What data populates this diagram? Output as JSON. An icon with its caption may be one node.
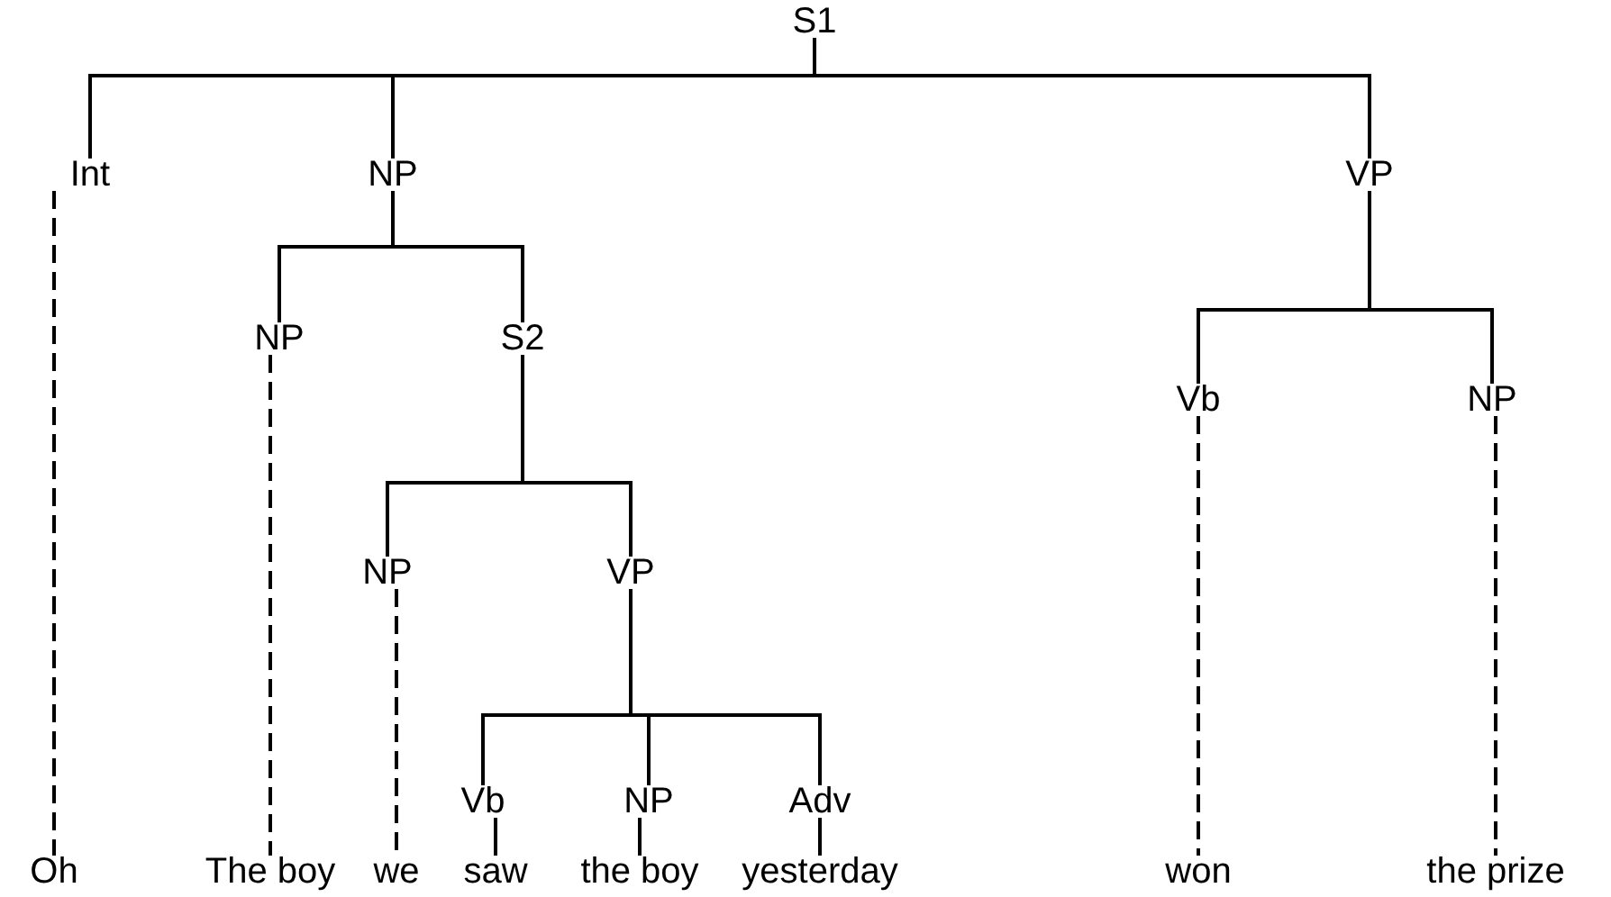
{
  "diagram": {
    "nodes": [
      {
        "text": [
          "S1"
        ]
      },
      {
        "text": [
          "Int"
        ]
      },
      {
        "text": [
          "NP"
        ]
      },
      {
        "text": [
          "VP"
        ]
      },
      {
        "text": [
          "NP"
        ]
      },
      {
        "text": [
          "S2"
        ]
      },
      {
        "text": [
          "Vb"
        ]
      },
      {
        "text": [
          "NP"
        ]
      },
      {
        "text": [
          "NP"
        ]
      },
      {
        "text": [
          "VP"
        ]
      },
      {
        "text": [
          "Vb"
        ]
      },
      {
        "text": [
          "NP"
        ]
      },
      {
        "text": [
          "Adv"
        ]
      },
      {
        "text": [
          "Oh"
        ]
      },
      {
        "text": [
          "The boy"
        ]
      },
      {
        "text": [
          "we"
        ]
      },
      {
        "text": [
          "saw"
        ]
      },
      {
        "text": [
          "the boy"
        ]
      },
      {
        "text": [
          "yesterday"
        ]
      },
      {
        "text": [
          "won"
        ]
      },
      {
        "text": [
          "the prize"
        ]
      }
    ],
    "edges": [
      {
        "from": 0,
        "to": 1,
        "arrow": "none"
      },
      {
        "from": 0,
        "to": 2,
        "arrow": "none"
      },
      {
        "from": 0,
        "to": 3,
        "arrow": "none"
      },
      {
        "from": 2,
        "to": 4,
        "arrow": "none"
      },
      {
        "from": 2,
        "to": 5,
        "arrow": "none"
      },
      {
        "from": 3,
        "to": 6,
        "arrow": "none"
      },
      {
        "from": 3,
        "to": 7,
        "arrow": "none"
      },
      {
        "from": 5,
        "to": 8,
        "arrow": "none"
      },
      {
        "from": 5,
        "to": 9,
        "arrow": "none"
      },
      {
        "from": 9,
        "to": 10,
        "arrow": "none"
      },
      {
        "from": 9,
        "to": 11,
        "arrow": "none"
      },
      {
        "from": 9,
        "to": 12,
        "arrow": "none"
      },
      {
        "from": 1,
        "to": 13,
        "arrow": "none",
        "style": "dashed"
      },
      {
        "from": 4,
        "to": 14,
        "arrow": "none",
        "style": "dashed"
      },
      {
        "from": 8,
        "to": 15,
        "arrow": "none",
        "style": "dashed"
      },
      {
        "from": 10,
        "to": 16,
        "arrow": "none"
      },
      {
        "from": 11,
        "to": 17,
        "arrow": "none"
      },
      {
        "from": 12,
        "to": 18,
        "arrow": "none"
      },
      {
        "from": 6,
        "to": 19,
        "arrow": "none",
        "style": "dashed"
      },
      {
        "from": 7,
        "to": 20,
        "arrow": "none",
        "style": "dashed"
      }
    ]
  }
}
